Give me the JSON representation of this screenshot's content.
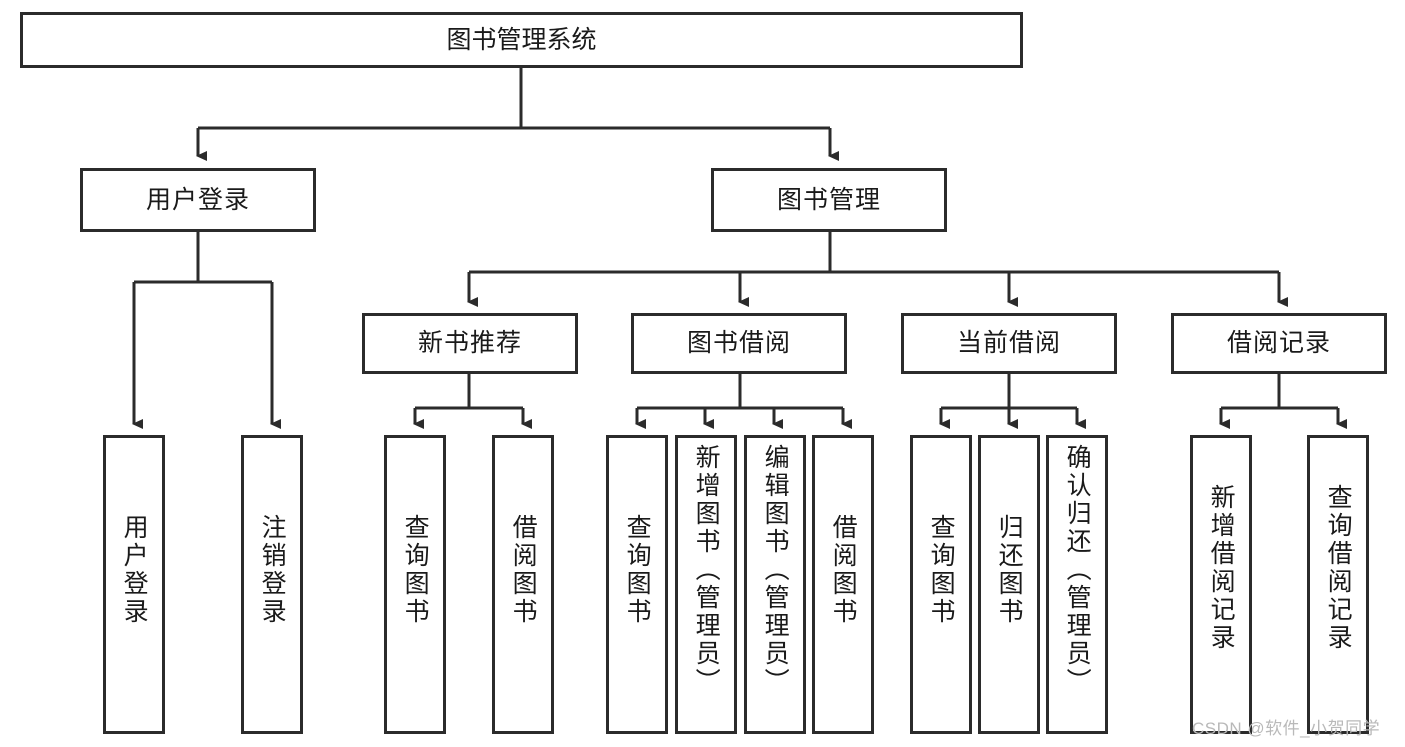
{
  "diagram": {
    "type": "tree-hierarchy",
    "title": "图书管理系统",
    "watermark": "CSDN @软件_小贺同学",
    "colors": {
      "border": "#2b2b2b",
      "background": "#ffffff",
      "text": "#1a1a1a",
      "connector": "#2b2b2b",
      "watermark": "#b9b9b9"
    },
    "root": {
      "label": "图书管理系统"
    },
    "level2": [
      {
        "label": "用户登录"
      },
      {
        "label": "图书管理"
      }
    ],
    "level3": [
      {
        "label": "新书推荐"
      },
      {
        "label": "图书借阅"
      },
      {
        "label": "当前借阅"
      },
      {
        "label": "借阅记录"
      }
    ],
    "leaves": {
      "user_login": [
        {
          "label": "用户登录"
        },
        {
          "label": "注销登录"
        }
      ],
      "new_book": [
        {
          "label": "查询图书"
        },
        {
          "label": "借阅图书"
        }
      ],
      "book_borrow": [
        {
          "label": "查询图书"
        },
        {
          "label": "新增图书（管理员）"
        },
        {
          "label": "编辑图书（管理员）"
        },
        {
          "label": "借阅图书"
        }
      ],
      "current_borrow": [
        {
          "label": "查询图书"
        },
        {
          "label": "归还图书"
        },
        {
          "label": "确认归还（管理员）"
        }
      ],
      "borrow_record": [
        {
          "label": "新增借阅记录"
        },
        {
          "label": "查询借阅记录"
        }
      ]
    }
  }
}
